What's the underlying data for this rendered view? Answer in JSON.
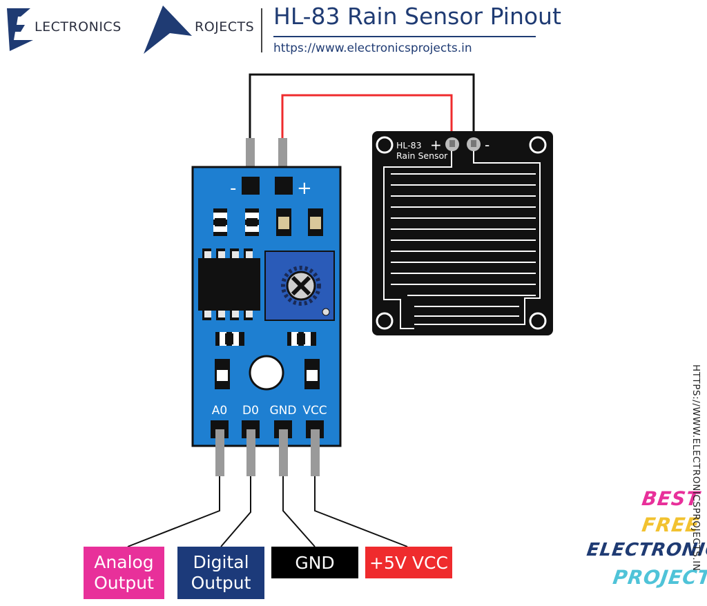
{
  "header": {
    "logo_word_1": "LECTRONICS",
    "logo_word_2": "ROJECTS",
    "title": "HL-83 Rain Sensor Pinout",
    "url": "https://www.electronicsprojects.in"
  },
  "side_url": "HTTPS://WWW.ELECTRONICSPROJECTS.IN",
  "module": {
    "minus_label": "-",
    "plus_label": "+",
    "pins": [
      "A0",
      "D0",
      "GND",
      "VCC"
    ]
  },
  "sensor": {
    "name_line1": "HL-83",
    "name_line2": "Rain Sensor",
    "plus_label": "+",
    "minus_label": "-"
  },
  "outputs": [
    {
      "line1": "Analog",
      "line2": "Output",
      "color": "#e8309a"
    },
    {
      "line1": "Digital",
      "line2": "Output",
      "color": "#1c3a7a"
    },
    {
      "line1": "GND",
      "line2": "",
      "color": "#000000"
    },
    {
      "line1": "+5V VCC",
      "line2": "",
      "color": "#ef2b2d"
    }
  ],
  "brand_words": [
    "BEST",
    "FREE",
    "ELECTRONICS",
    "PROJECTS"
  ],
  "colors": {
    "board_blue": "#1e7fd1",
    "title_blue": "#1f3b73",
    "wire_red": "#ef2b2d",
    "brand_pink": "#e8309a",
    "brand_yellow": "#f2c230",
    "brand_cyan": "#4fc3d8"
  }
}
